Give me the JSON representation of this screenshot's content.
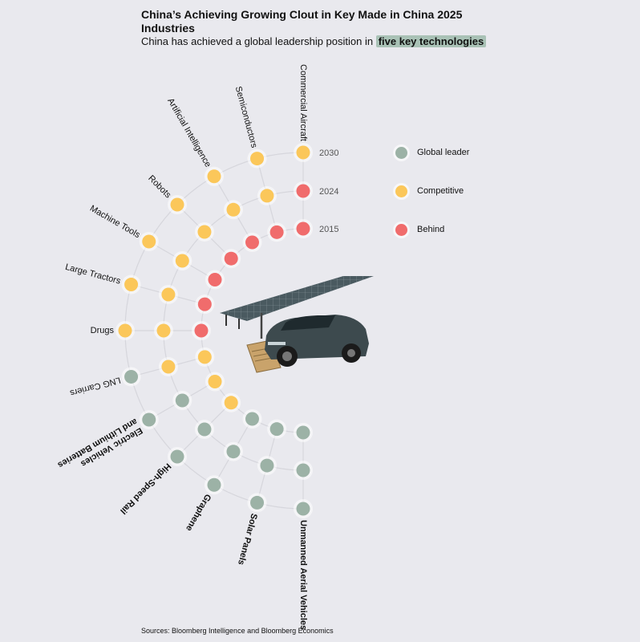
{
  "title": "China’s Achieving Growing Clout in Key Made in China 2025 Industries",
  "subtitle": {
    "prefix": "China has achieved a global leadership position in ",
    "highlight": "five key technologies"
  },
  "source": "Sources: Bloomberg Intelligence and Bloomberg Economics",
  "colors": {
    "global_leader": "#9cb2a6",
    "competitive": "#fbc75a",
    "behind": "#f06c6c",
    "highlight": "#a9c2b6",
    "background": "#e9e9ee"
  },
  "legend": [
    {
      "label": "Global leader",
      "status": "global_leader"
    },
    {
      "label": "Competitive",
      "status": "competitive"
    },
    {
      "label": "Behind",
      "status": "behind"
    }
  ],
  "chart_data": {
    "type": "radial dot chart",
    "rings": [
      "2015",
      "2024",
      "2030"
    ],
    "statuses": [
      "global_leader",
      "competitive",
      "behind"
    ],
    "industries": [
      {
        "name": "Commercial Aircraft",
        "bold": false,
        "values": [
          "behind",
          "behind",
          "competitive"
        ]
      },
      {
        "name": "Semiconductors",
        "bold": false,
        "values": [
          "behind",
          "competitive",
          "competitive"
        ]
      },
      {
        "name": "Artificial Intelligence",
        "bold": false,
        "values": [
          "behind",
          "competitive",
          "competitive"
        ]
      },
      {
        "name": "Robots",
        "bold": false,
        "values": [
          "behind",
          "competitive",
          "competitive"
        ]
      },
      {
        "name": "Machine Tools",
        "bold": false,
        "values": [
          "behind",
          "competitive",
          "competitive"
        ]
      },
      {
        "name": "Large Tractors",
        "bold": false,
        "values": [
          "behind",
          "competitive",
          "competitive"
        ]
      },
      {
        "name": "Drugs",
        "bold": false,
        "values": [
          "behind",
          "competitive",
          "competitive"
        ]
      },
      {
        "name": "LNG Carriers",
        "bold": false,
        "values": [
          "competitive",
          "competitive",
          "global_leader"
        ]
      },
      {
        "name": "Electric Vehicles\nand Lithium Batteries",
        "bold": true,
        "values": [
          "competitive",
          "global_leader",
          "global_leader"
        ]
      },
      {
        "name": "High-Speed Rail",
        "bold": true,
        "values": [
          "competitive",
          "global_leader",
          "global_leader"
        ]
      },
      {
        "name": "Graphene",
        "bold": true,
        "values": [
          "global_leader",
          "global_leader",
          "global_leader"
        ]
      },
      {
        "name": "Solar Panels",
        "bold": true,
        "values": [
          "global_leader",
          "global_leader",
          "global_leader"
        ]
      },
      {
        "name": "Unmanned Aerial Vehicles",
        "bold": true,
        "values": [
          "global_leader",
          "global_leader",
          "global_leader"
        ]
      }
    ]
  }
}
